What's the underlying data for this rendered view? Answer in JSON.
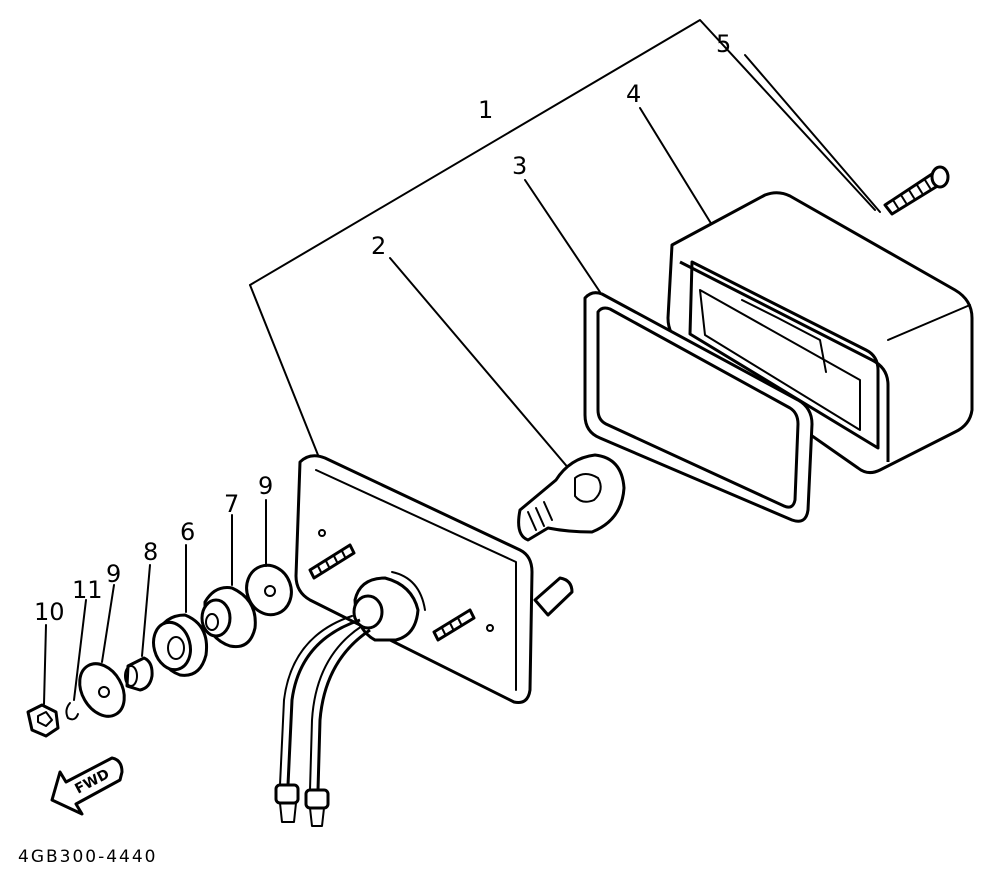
{
  "callouts": [
    "1",
    "2",
    "3",
    "4",
    "5",
    "6",
    "7",
    "8",
    "9",
    "9",
    "10",
    "11"
  ],
  "fwd_label": "FWD",
  "drawing_code": "4GB300-4440",
  "colors": {
    "line": "#000000",
    "background": "#ffffff"
  }
}
